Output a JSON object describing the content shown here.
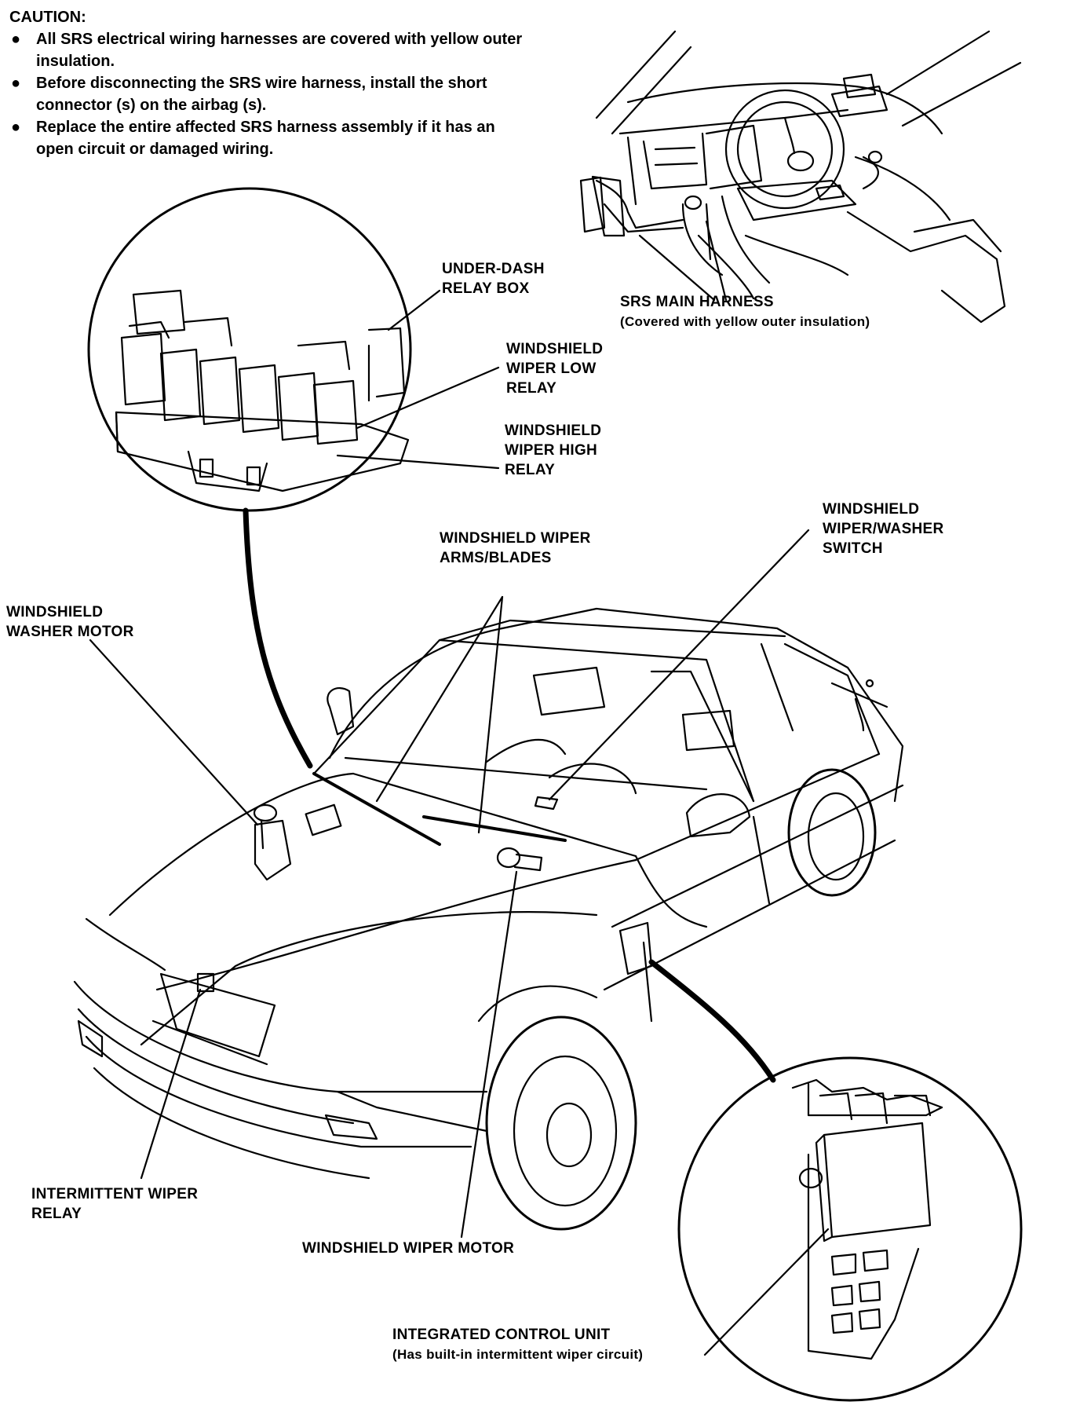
{
  "caution": {
    "heading": "CAUTION:",
    "bullet_symbol": "●",
    "items": [
      "All SRS electrical wiring harnesses are covered with yellow outer insulation.",
      "Before disconnecting the SRS wire harness, install the short connector (s) on the airbag (s).",
      "Replace the entire affected SRS harness assembly if it has an open circuit or damaged wiring."
    ]
  },
  "labels": {
    "srs_main_harness": {
      "line1": "SRS MAIN HARNESS",
      "line2": "(Covered with yellow outer insulation)"
    },
    "under_dash_relay_box": {
      "line1": "UNDER-DASH",
      "line2": "RELAY BOX"
    },
    "wiper_low_relay": {
      "line1": "WINDSHIELD",
      "line2": "WIPER LOW",
      "line3": "RELAY"
    },
    "wiper_high_relay": {
      "line1": "WINDSHIELD",
      "line2": "WIPER HIGH",
      "line3": "RELAY"
    },
    "wiper_washer_switch": {
      "line1": "WINDSHIELD",
      "line2": "WIPER/WASHER",
      "line3": "SWITCH"
    },
    "wiper_arms_blades": {
      "line1": "WINDSHIELD WIPER",
      "line2": "ARMS/BLADES"
    },
    "washer_motor": {
      "line1": "WINDSHIELD",
      "line2": "WASHER MOTOR"
    },
    "intermittent_wiper_relay": {
      "line1": "INTERMITTENT WIPER",
      "line2": "RELAY"
    },
    "wiper_motor": {
      "line1": "WINDSHIELD WIPER MOTOR"
    },
    "integrated_control_unit": {
      "line1": "INTEGRATED CONTROL UNIT",
      "line2": "(Has built-in intermittent wiper circuit)"
    }
  }
}
